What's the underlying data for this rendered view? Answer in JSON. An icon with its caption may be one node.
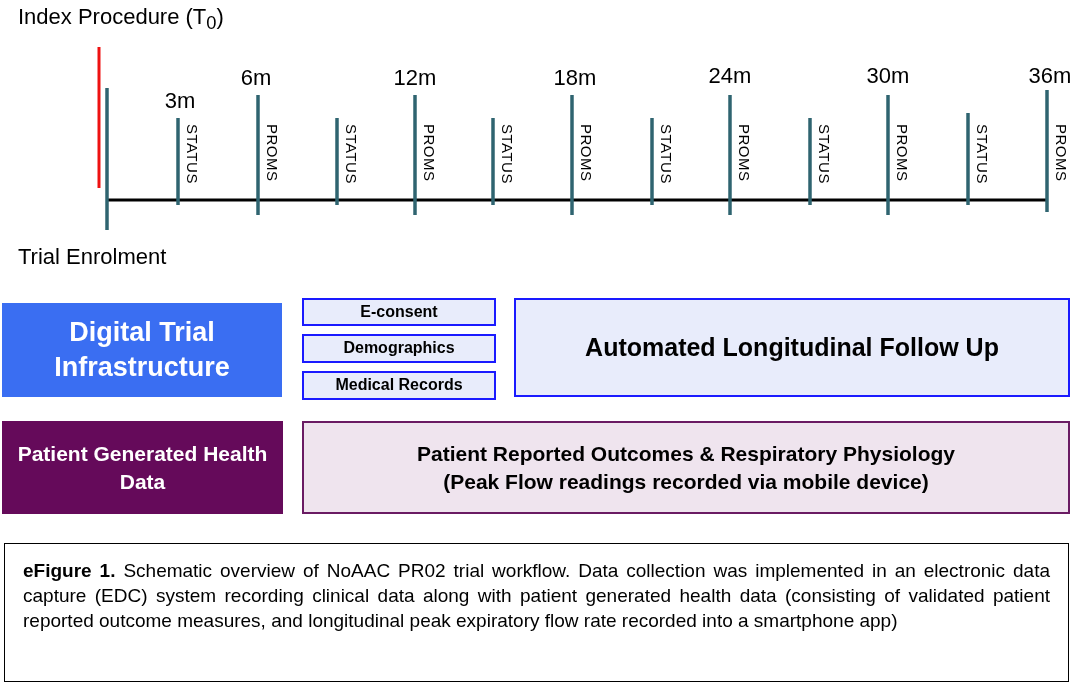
{
  "diagram": {
    "caption": "**eFigure 1.** Schematic overview of NoAAC PR02 trial workflow.  Data collection was implemented in an electronic data capture (EDC) system recording clinical data along with patient generated health data (consisting of validated patient reported outcome measures, and longitudinal peak expiratory flow rate recorded into a smartphone app)",
    "nodes": [
      {
        "text": [
          "Digital Trial Infrastructure"
        ]
      },
      {
        "text": [
          "E-consent"
        ]
      },
      {
        "text": [
          "Demographics"
        ]
      },
      {
        "text": [
          "Medical Records"
        ]
      },
      {
        "text": [
          "Automated Longitudinal Follow Up"
        ]
      },
      {
        "text": [
          "Patient Generated Health Data"
        ]
      },
      {
        "text": [
          "Patient Reported Outcomes & Respiratory Physiology",
          "(Peak Flow readings recorded via mobile device)"
        ]
      }
    ],
    "edges": [],
    "labels": [
      "Index Procedure (T$_{0}$)",
      "3m",
      "STATUS",
      "6m",
      "PROMS",
      "STATUS",
      "12m",
      "PROMS",
      "STATUS",
      "18m",
      "PROMS",
      "STATUS",
      "24m",
      "PROMS",
      "STATUS",
      "30m",
      "PROMS",
      "STATUS",
      "36m",
      "PROMS",
      "Trial Enrolment"
    ]
  }
}
